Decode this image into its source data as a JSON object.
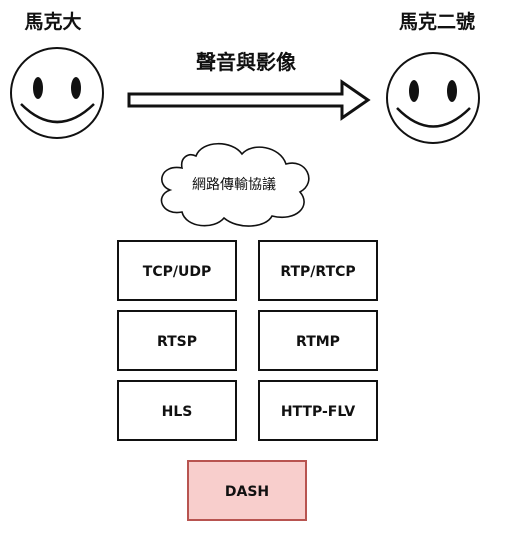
{
  "sender": {
    "name": "馬克大"
  },
  "receiver": {
    "name": "馬克二號"
  },
  "arrow": {
    "label": "聲音與影像"
  },
  "cloud": {
    "label": "網路傳輸協議"
  },
  "protocols": [
    {
      "label": "TCP/UDP",
      "highlight": false
    },
    {
      "label": "RTP/RTCP",
      "highlight": false
    },
    {
      "label": "RTSP",
      "highlight": false
    },
    {
      "label": "RTMP",
      "highlight": false
    },
    {
      "label": "HLS",
      "highlight": false
    },
    {
      "label": "HTTP-FLV",
      "highlight": false
    },
    {
      "label": "DASH",
      "highlight": true
    }
  ],
  "colors": {
    "stroke": "#111111",
    "highlight_fill": "#f8cecc",
    "highlight_stroke": "#b85450"
  }
}
